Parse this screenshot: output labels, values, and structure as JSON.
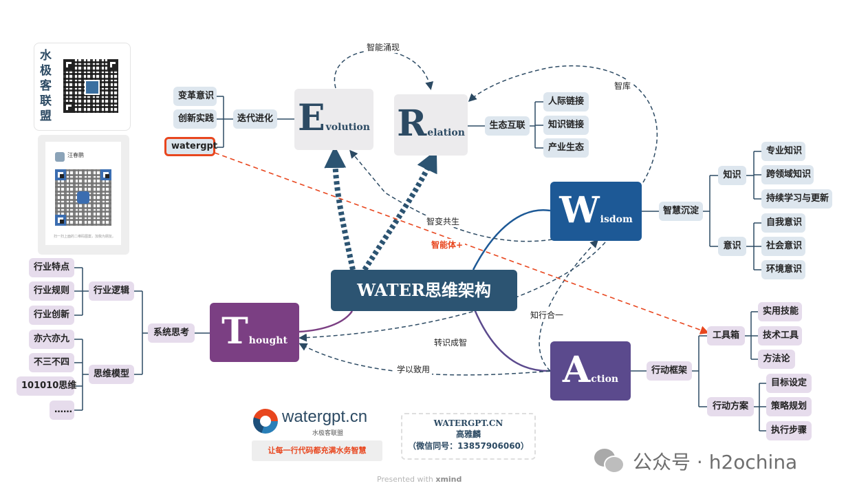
{
  "center": {
    "label": "WATER思维架构"
  },
  "evolution": {
    "cap": "E",
    "rest": "volution",
    "branch": "迭代进化",
    "leaves": [
      "变革意识",
      "创新实践",
      "watergpt"
    ]
  },
  "relation": {
    "cap": "R",
    "rest": "elation",
    "branch": "生态互联",
    "leaves": [
      "人际链接",
      "知识链接",
      "产业生态"
    ]
  },
  "wisdom": {
    "cap": "W",
    "rest": "isdom",
    "branch": "智慧沉淀",
    "groups": [
      {
        "label": "知识",
        "leaves": [
          "专业知识",
          "跨领域知识",
          "持续学习与更新"
        ]
      },
      {
        "label": "意识",
        "leaves": [
          "自我意识",
          "社会意识",
          "环境意识"
        ]
      }
    ]
  },
  "action": {
    "cap": "A",
    "rest": "ction",
    "branch": "行动框架",
    "groups": [
      {
        "label": "工具箱",
        "leaves": [
          "实用技能",
          "技术工具",
          "方法论"
        ]
      },
      {
        "label": "行动方案",
        "leaves": [
          "目标设定",
          "策略规划",
          "执行步骤"
        ]
      }
    ]
  },
  "thought": {
    "cap": "T",
    "rest": "hought",
    "branch": "系统思考",
    "groups": [
      {
        "label": "行业逻辑",
        "leaves": [
          "行业特点",
          "行业规则",
          "行业创新"
        ]
      },
      {
        "label": "思维模型",
        "leaves": [
          "亦六亦九",
          "不三不四",
          "101010思维",
          "……"
        ]
      }
    ]
  },
  "edge_labels": {
    "emergence": "智能涌现",
    "library": "智库",
    "coevolve": "智变共生",
    "agent": "智能体+",
    "unity": "知行合一",
    "convert": "转识成智",
    "apply": "学以致用"
  },
  "sidebar": {
    "org_name": "水极客联盟"
  },
  "profile_card": {
    "name": "汪春鹏",
    "caption": "扫一扫上面的二维码图案，加我为朋友。"
  },
  "logo": {
    "name": "watergpt.cn",
    "sub": "水极客联盟",
    "slogan": "让每一行代码都充满水务智慧"
  },
  "contact": {
    "site": "WATERGPT.CN",
    "person": "高雅麟",
    "wechat": "（微信同号：13857906060）"
  },
  "footer": {
    "presented": "Presented with",
    "brand": "xmind"
  },
  "watermark": {
    "text": "公众号 · h2ochina"
  },
  "colors": {
    "evolution_bg": "#ecebed",
    "wisdom": "#1d5996",
    "action": "#5b4a8d",
    "thought": "#7b3f83",
    "center": "#2c5472",
    "highlight": "#e8461e"
  }
}
